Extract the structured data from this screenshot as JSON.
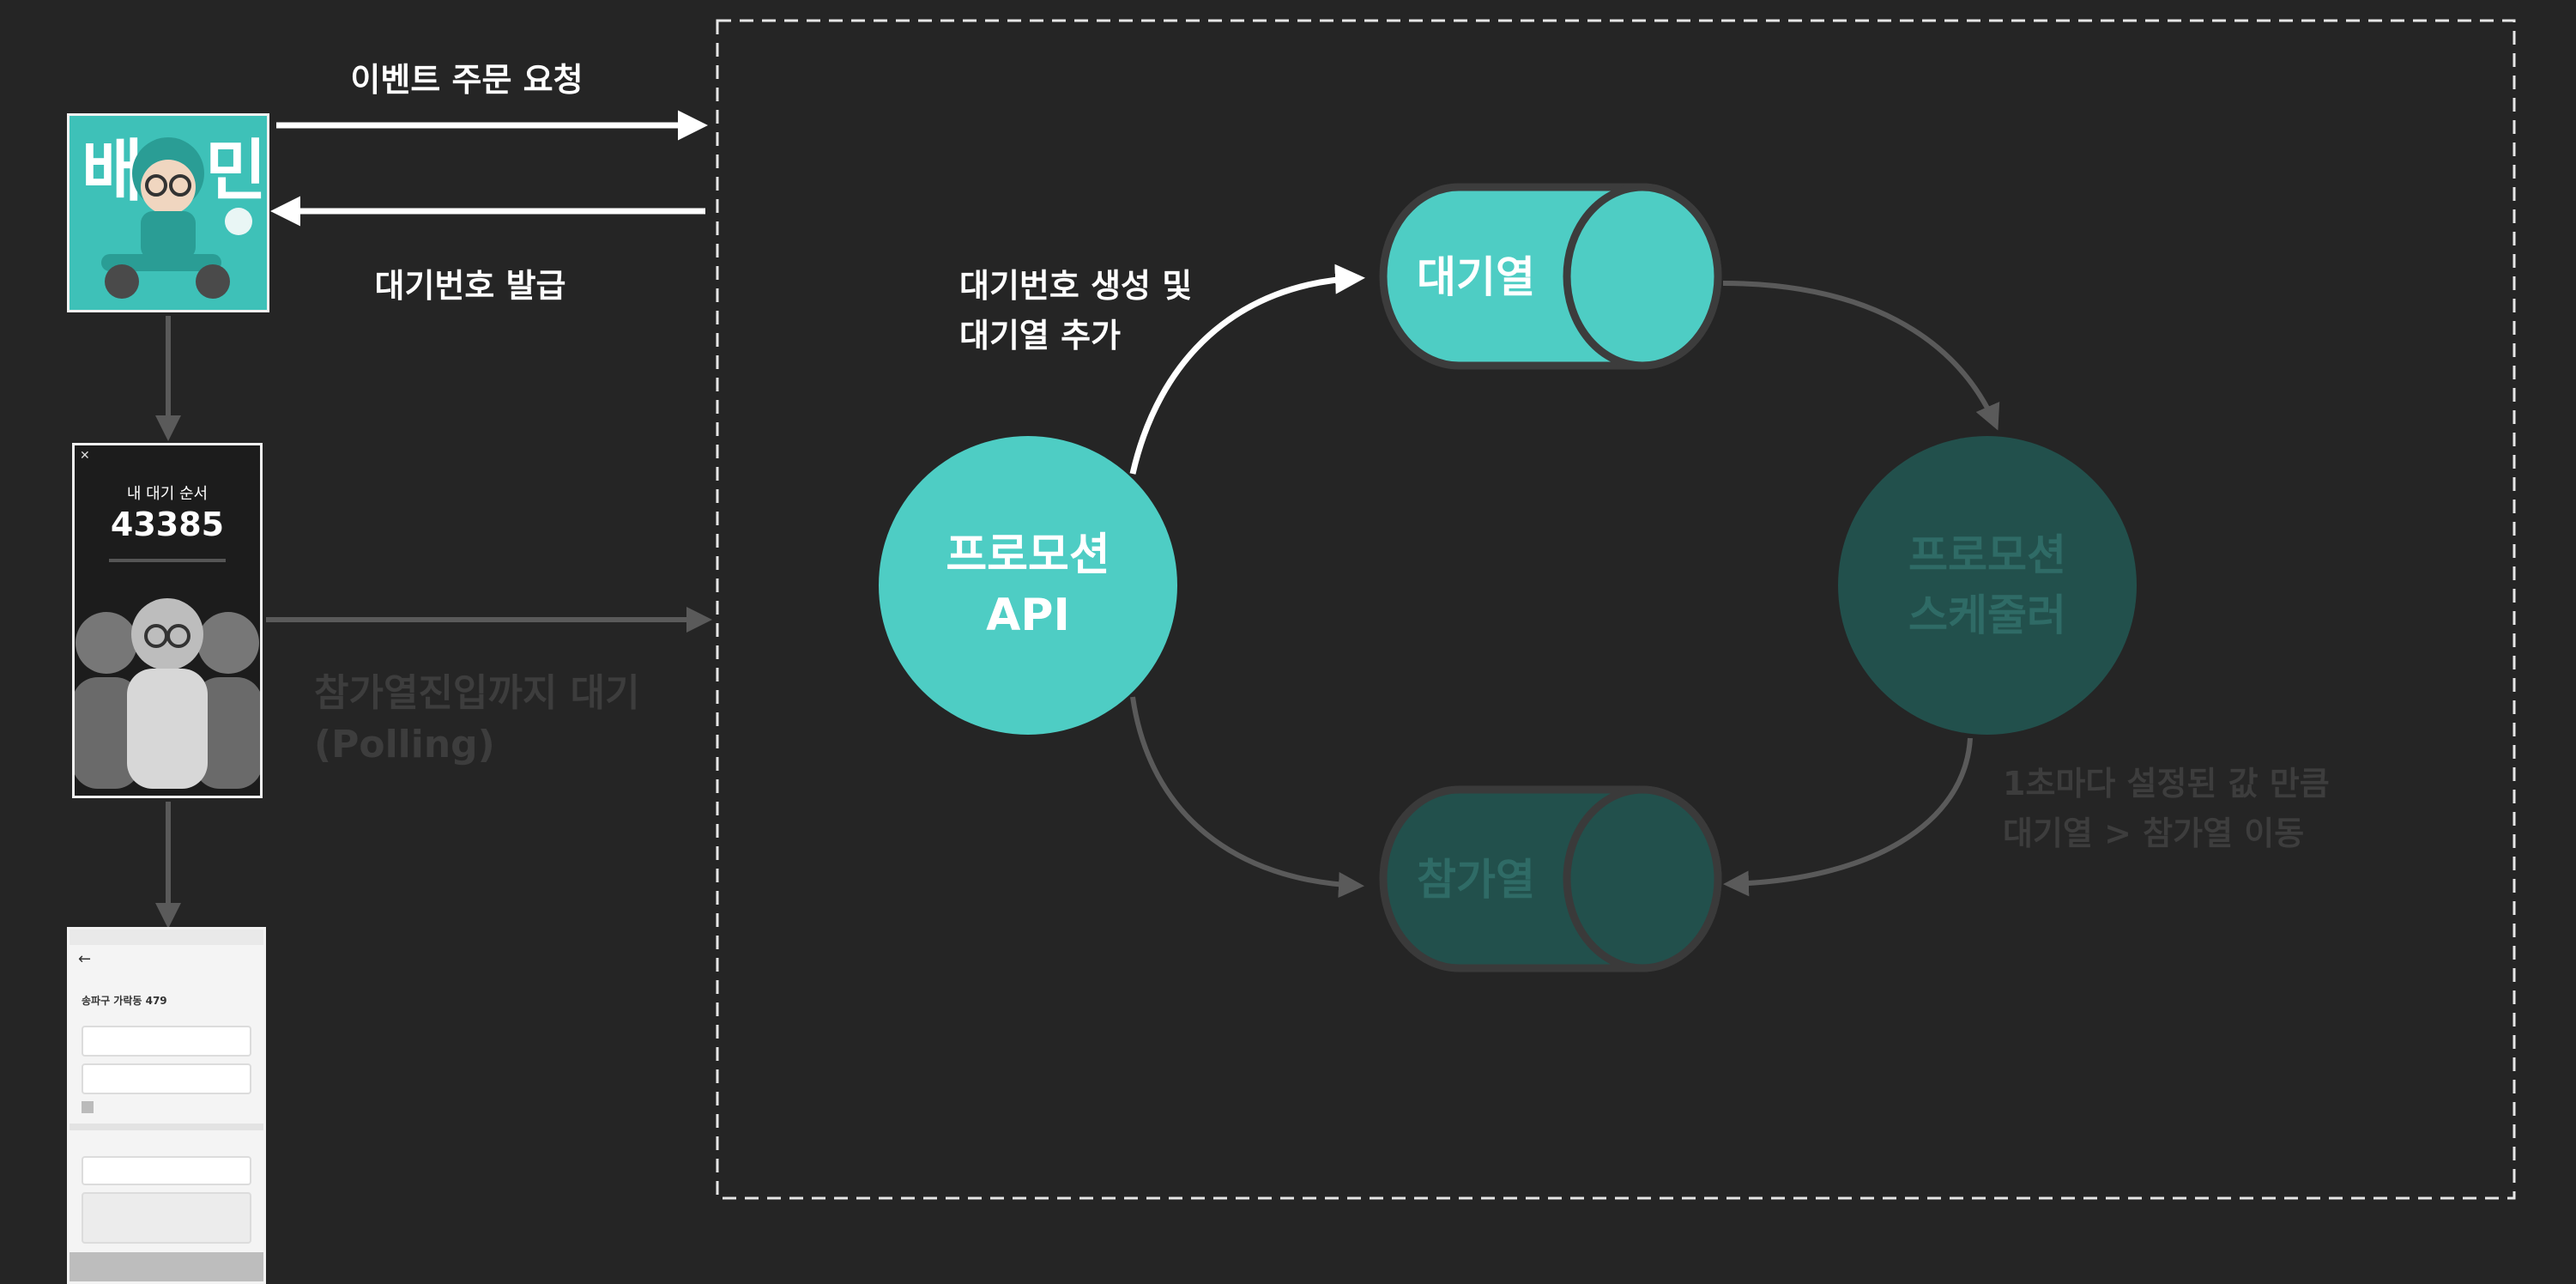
{
  "labels": {
    "event_order_request": "이벤트 주문 요청",
    "waiting_number_issue": "대기번호 발급",
    "generate_and_enqueue_line1": "대기번호 생성 및",
    "generate_and_enqueue_line2": "대기열 추가",
    "polling_line1": "참가열진입까지 대기",
    "polling_line2": "(Polling)",
    "schedule_line1": "1초마다 설정된 값 만큼",
    "schedule_line2": "대기열 > 참가열 이동"
  },
  "nodes": {
    "waiting_queue": "대기열",
    "promotion_api_line1": "프로모션",
    "promotion_api_line2": "API",
    "promotion_scheduler_line1": "프로모션",
    "promotion_scheduler_line2": "스케줄러",
    "participation_queue": "참가열"
  },
  "app_icon": {
    "text_left": "배",
    "text_right": "민"
  },
  "phone_wait": {
    "title": "내 대기 순서",
    "number": "43385"
  },
  "phone_order": {
    "address": "송파구 가락동 479"
  },
  "colors": {
    "background": "#252525",
    "teal": "#4ecdc4",
    "teal_dim": "#22504c",
    "arrow_bright": "#ffffff",
    "arrow_dim": "#5a5a5a",
    "dim_text": "#3d3d3d"
  }
}
